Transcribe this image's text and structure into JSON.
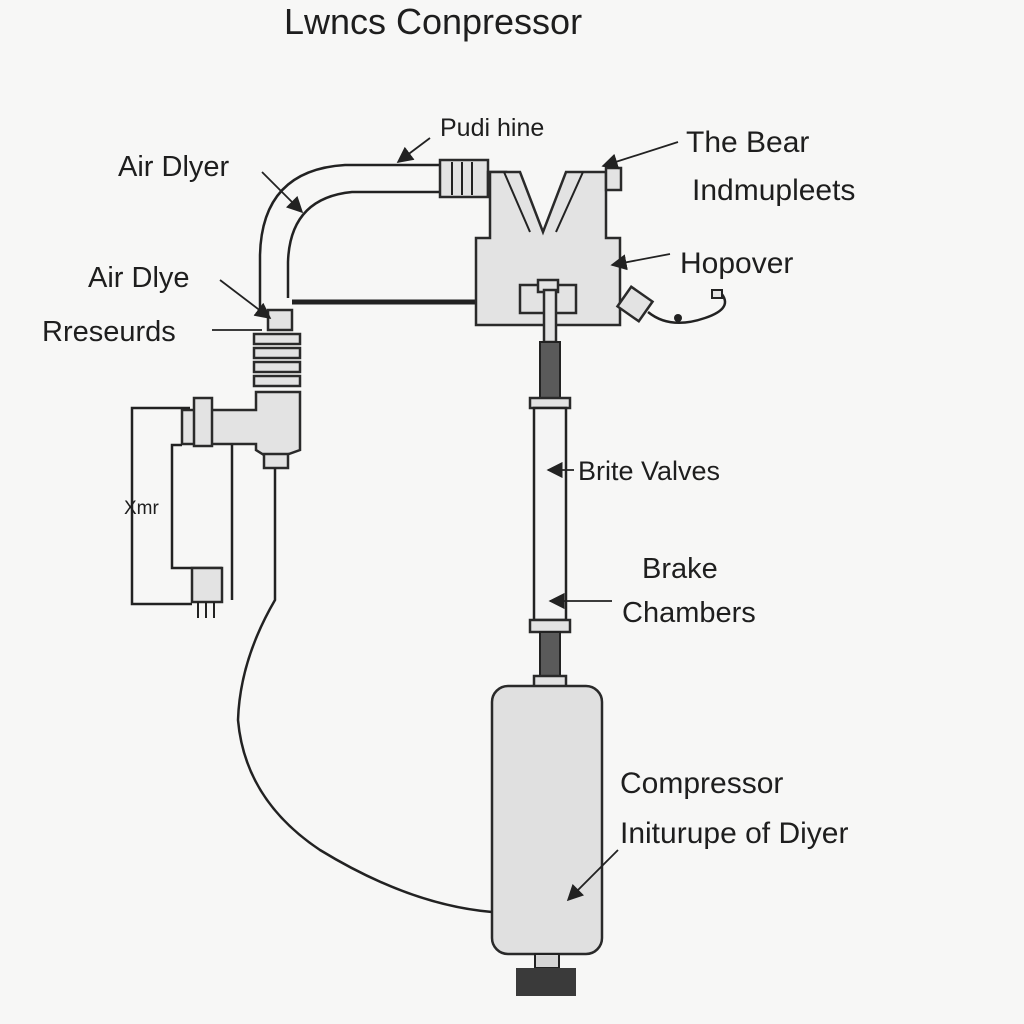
{
  "title": "Lwncs Conpressor",
  "labels": {
    "pudi_hine": "Pudi hine",
    "air_dlyer": "Air Dlyer",
    "the_bear": "The Bear",
    "indmupleets": "Indmupleets",
    "hopover": "Hopover",
    "air_dlye": "Air Dlye",
    "rreseurds": "Rreseurds",
    "brite_valves": "Brite Valves",
    "xmr": "Xmr",
    "brake": "Brake",
    "chambers": "Chambers",
    "compressor": "Compressor",
    "initurupe_of_diyer": "Initurupe of Diyer"
  },
  "colors": {
    "background": "#f7f7f6",
    "part_fill": "#e3e3e3",
    "line": "#222222",
    "rod_dark": "#5a5a5a"
  }
}
